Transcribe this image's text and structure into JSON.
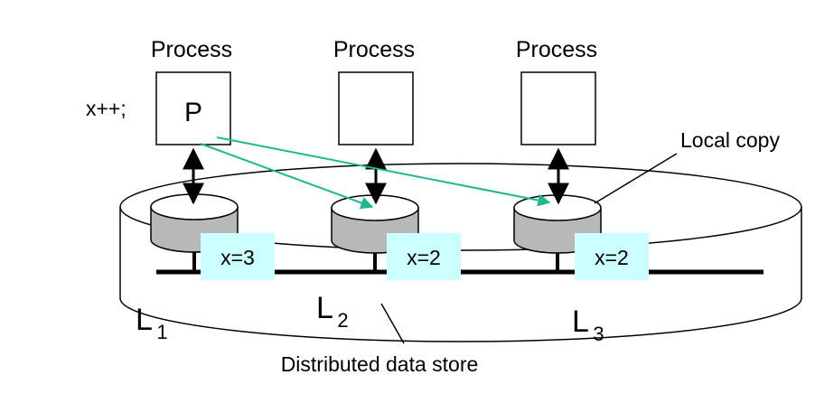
{
  "diagram": {
    "processes": [
      {
        "title": "Process",
        "label": "P"
      },
      {
        "title": "Process",
        "label": ""
      },
      {
        "title": "Process",
        "label": ""
      }
    ],
    "operation": "x++;",
    "stores": [
      {
        "value": "x=3",
        "name": "L",
        "index": "1"
      },
      {
        "value": "x=2",
        "name": "L",
        "index": "2"
      },
      {
        "value": "x=2",
        "name": "L",
        "index": "3"
      }
    ],
    "local_copy_label": "Local copy",
    "data_store_label": "Distributed data store",
    "colors": {
      "value_box": "#ccffff",
      "propagation_arrow": "#1db890",
      "cylinder_body": "#b8b8b8",
      "cylinder_top": "#ffffff"
    }
  }
}
